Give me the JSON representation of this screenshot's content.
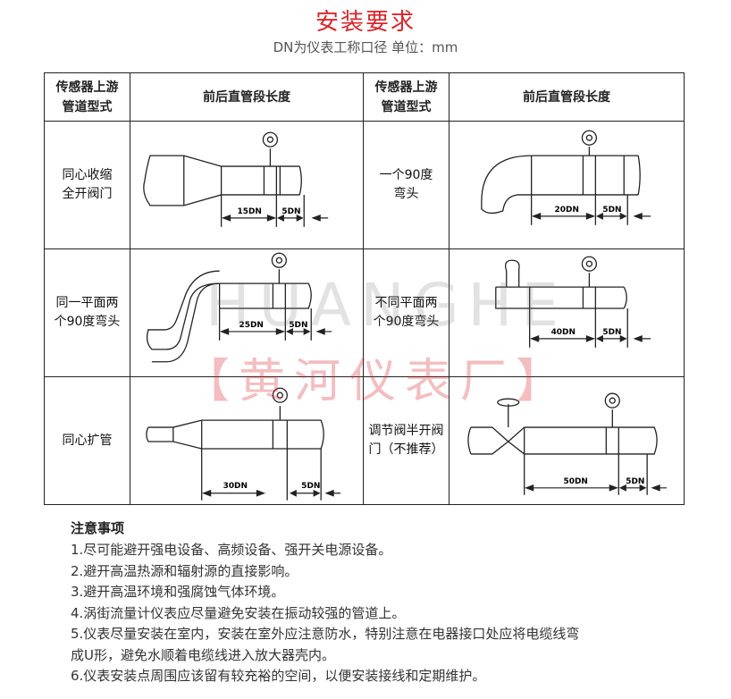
{
  "title": "安装要求",
  "subtitle": "DN为仪表工称口径 单位：mm",
  "table": {
    "headers": [
      "传感器上游\n管道型式",
      "前后直管段长度",
      "传感器上游\n管道型式",
      "前后直管段长度"
    ],
    "rows": [
      {
        "left_label": "同心收缩\n全开阀门",
        "left_up": "15DN",
        "left_down": "5DN",
        "right_label": "一个90度\n弯头",
        "right_up": "20DN",
        "right_down": "5DN"
      },
      {
        "left_label": "同一平面两\n个90度弯头",
        "left_up": "25DN",
        "left_down": "5DN",
        "right_label": "不同平面两\n个90度弯头",
        "right_up": "40DN",
        "right_down": "5DN"
      },
      {
        "left_label": "同心扩管",
        "left_up": "30DN",
        "left_down": "5DN",
        "right_label": "调节阀半开阀\n门（不推荐）",
        "right_up": "50DN",
        "right_down": "5DN"
      }
    ]
  },
  "watermark": {
    "latin": "HUANGHE",
    "chinese": "【黄河仪表厂】"
  },
  "notes": {
    "title": "注意事项",
    "items": [
      "1.尽可能避开强电设备、高频设备、强开关电源设备。",
      "2.避开高温热源和辐射源的直接影响。",
      "3.避开高温环境和强腐蚀气体环境。",
      "4.涡街流量计仪表应尽量避免安装在振动较强的管道上。",
      "5.仪表尽量安装在室内，安装在室外应注意防水，特别注意在电器接口处应将电缆线弯",
      "成U形，避免水顺着电缆线进入放大器壳内。",
      "6.仪表安装点周围应该留有较充裕的空间，以便安装接线和定期维护。"
    ]
  }
}
